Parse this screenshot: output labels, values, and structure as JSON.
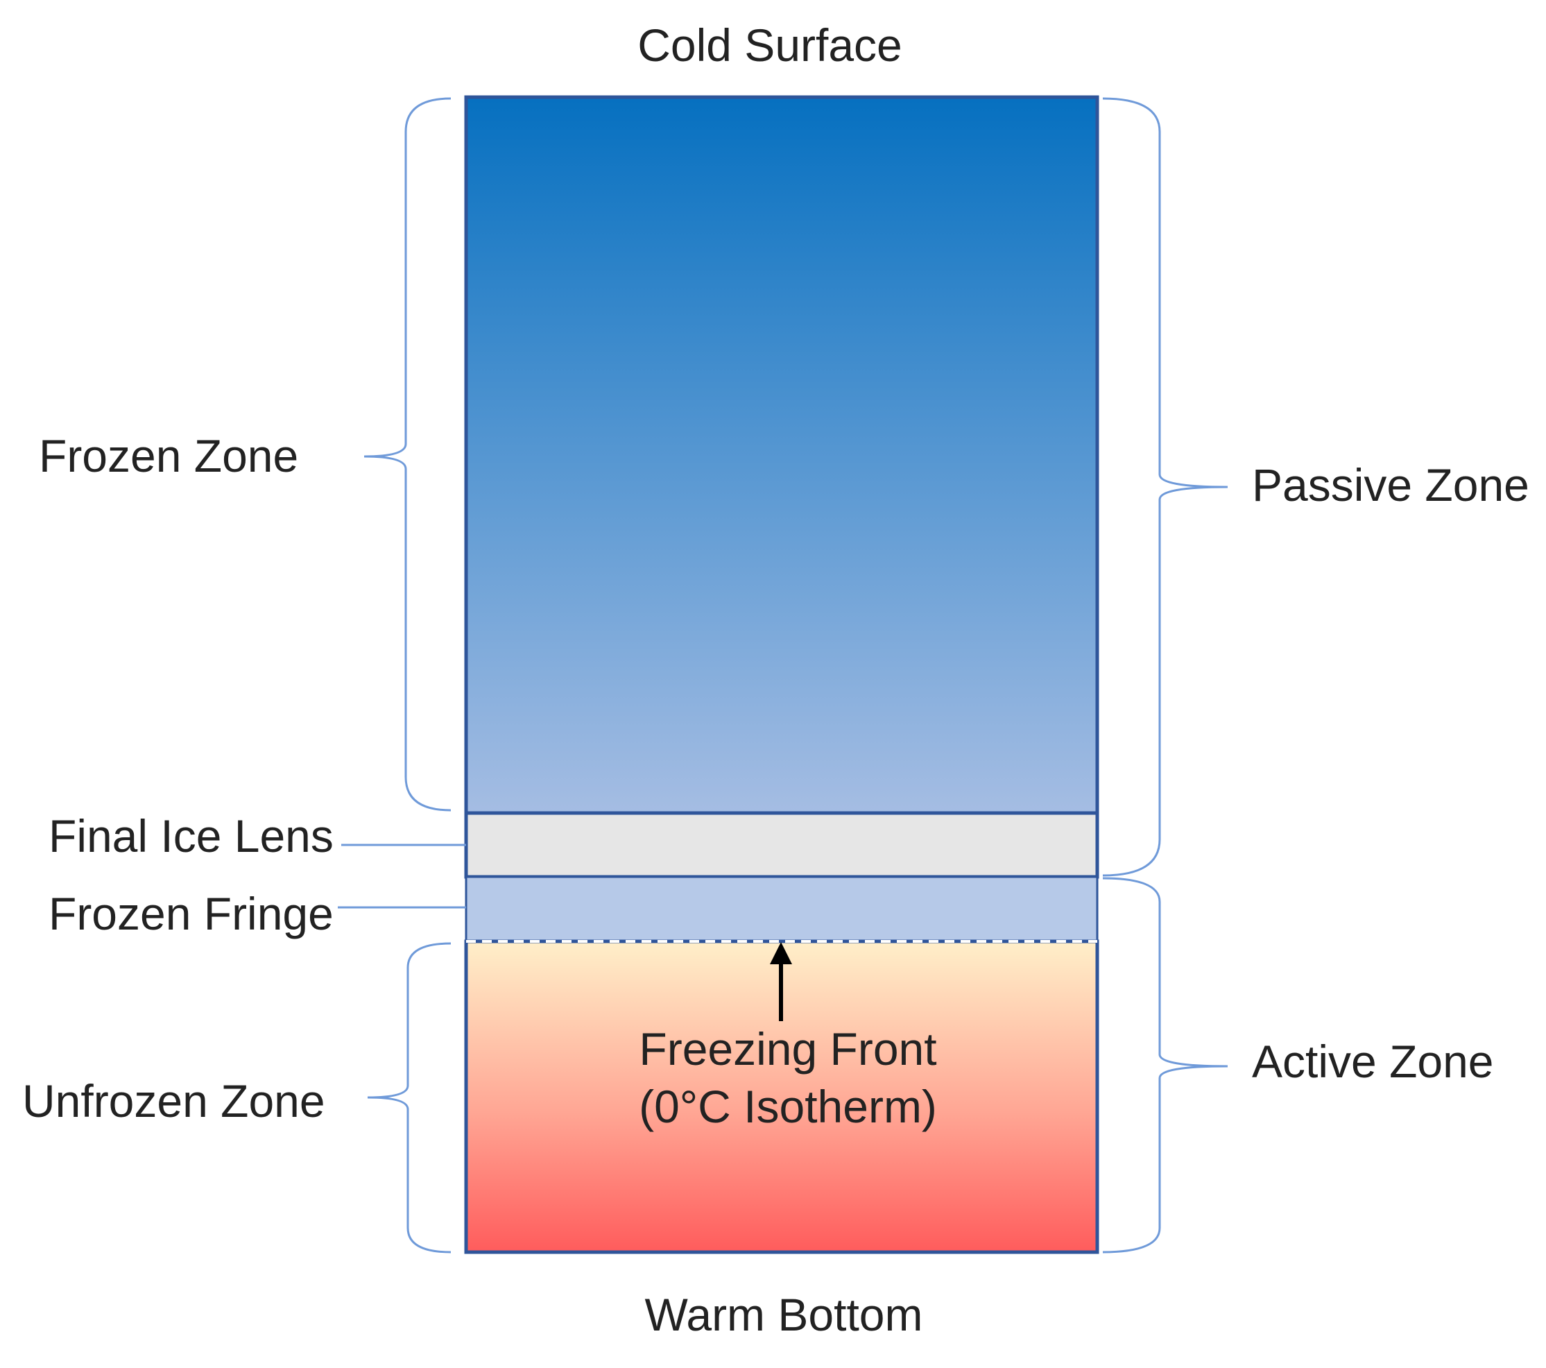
{
  "labels": {
    "top": "Cold Surface",
    "bottom": "Warm Bottom",
    "frozen_zone": "Frozen Zone",
    "final_ice_lens": "Final Ice Lens",
    "frozen_fringe": "Frozen Fringe",
    "unfrozen_zone": "Unfrozen Zone",
    "passive_zone": "Passive Zone",
    "active_zone": "Active Zone",
    "freezing_front_line1": "Freezing Front",
    "freezing_front_line2": "(0°C Isotherm)"
  },
  "colors": {
    "frozen_top": "#0670C0",
    "frozen_bottom": "#A5BDE3",
    "ice_lens": "#E6E6E6",
    "fringe": "#B6C9E8",
    "unfrozen_top": "#FFEFC9",
    "unfrozen_bottom": "#FF5C5C",
    "border": "#2F559A",
    "bracket": "#6F9AD9",
    "arrow": "#000000"
  }
}
